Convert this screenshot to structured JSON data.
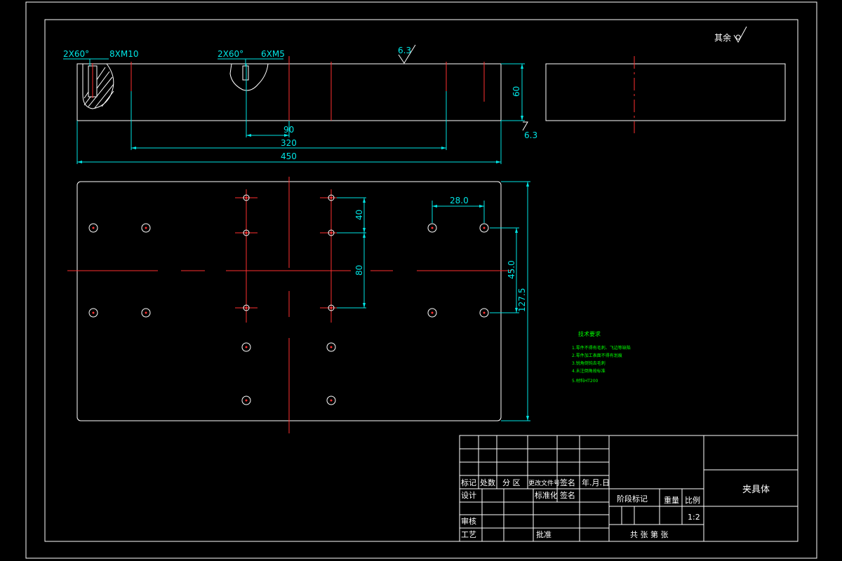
{
  "roughness_note": {
    "label": "其余"
  },
  "front_view": {
    "callouts": {
      "left_chamfer": "2X60°",
      "left_thread": "8XM10",
      "mid_chamfer": "2X60°",
      "mid_thread": "6XM5"
    },
    "roughness_top": "6.3",
    "roughness_side": "6.3",
    "dims": {
      "height": "60",
      "d90": "90",
      "d320": "320",
      "d450": "450"
    }
  },
  "plan_view": {
    "dims": {
      "d28": "28.0",
      "d40": "40",
      "d80": "80",
      "d45": "45.0",
      "d127": "127.5"
    }
  },
  "tech_notes": {
    "title": "技术要求",
    "items": [
      "1.零件不得有毛刺、飞边等缺陷",
      "2.零件加工表面不得有划痕",
      "3.锐角倒钝去毛刺",
      "4.未注倒角按标准",
      "5.材料HT200"
    ]
  },
  "title_block": {
    "row_labels": {
      "biaoji": "标记",
      "chushu": "处数",
      "fenqu": "分 区",
      "genggai": "更改文件号",
      "qianming": "签名",
      "nianyueri": "年.月.日",
      "sheji": "设计",
      "biaozhunhua": "标准化",
      "qianming2": "签名",
      "shenhe": "审核",
      "gongyi": "工艺",
      "pizhun": "批准"
    },
    "stage_mark": "阶段标记",
    "weight": "重量",
    "scale_label": "比例",
    "scale_value": "1:2",
    "sheets": "共 张 第 张",
    "part_name": "夹具体"
  }
}
